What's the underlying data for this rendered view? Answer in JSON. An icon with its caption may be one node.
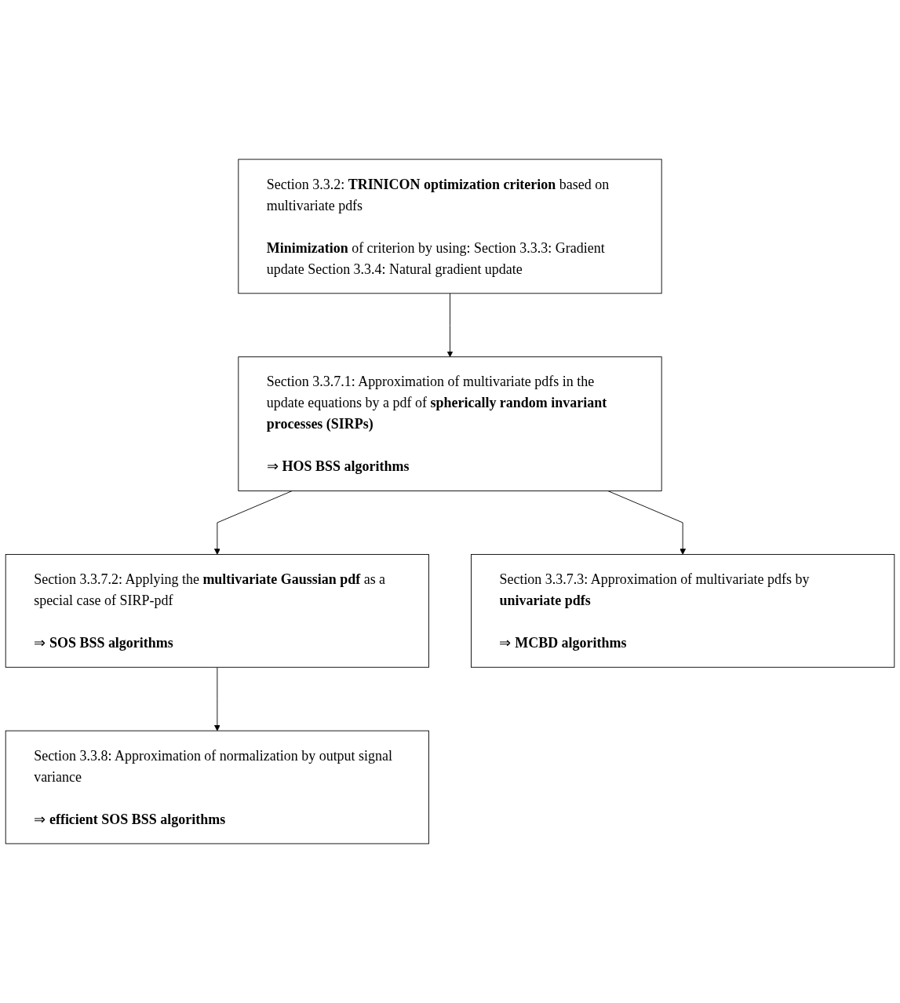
{
  "diagram": {
    "nodes": [
      {
        "text": [
          "Section 3.3.2: **TRINICON optimization criterion** based on multivariate pdfs",
          "**Minimization** of criterion by using: Section 3.3.3: Gradient update Section 3.3.4: Natural gradient update"
        ]
      },
      {
        "text": [
          "Section 3.3.7.1: Approximation of multivariate pdfs in the update equations by a pdf of **spherically random invariant processes (SIRPs)**",
          "⇒ **HOS BSS algorithms**"
        ]
      },
      {
        "text": [
          "Section 3.3.7.2: Applying the **multivariate Gaussian pdf** as a special case of SIRP-pdf",
          "⇒ **SOS BSS algorithms**"
        ]
      },
      {
        "text": [
          "Section 3.3.7.3: Approximation of multivariate pdfs by **univariate pdfs**",
          "⇒ **MCBD algorithms**"
        ]
      },
      {
        "text": [
          "Section 3.3.8: Approximation of normalization by output signal variance",
          "⇒ **efficient SOS BSS algorithms**"
        ]
      }
    ],
    "edges": [
      {
        "from": 0,
        "to": 1,
        "arrow": "to"
      },
      {
        "from": 1,
        "to": 2,
        "arrow": "to"
      },
      {
        "from": 1,
        "to": 3,
        "arrow": "to"
      },
      {
        "from": 2,
        "to": 4,
        "arrow": "to"
      }
    ]
  }
}
